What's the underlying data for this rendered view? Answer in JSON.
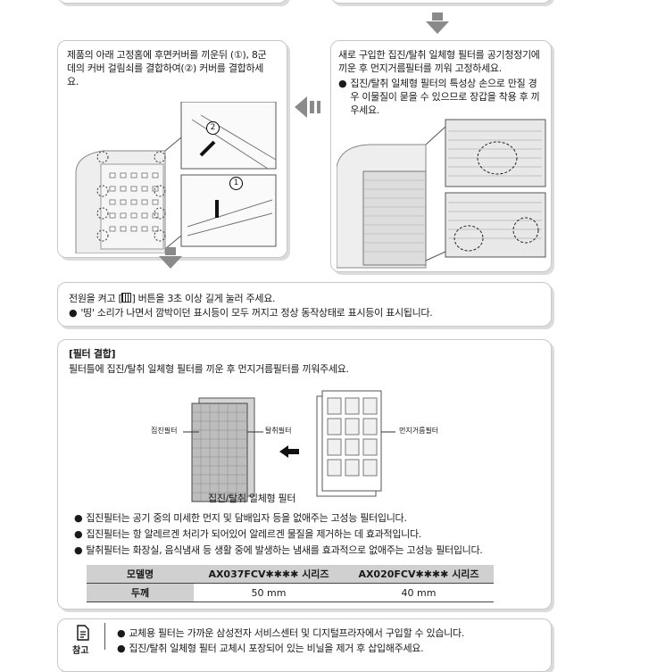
{
  "step_left": {
    "text": "제품의 아래 고정홈에 후면커버를 끼운뒤 (①), 8군데의 커버 걸림쇠를 결합하여(②) 커버를 결합하세요."
  },
  "step_right": {
    "text": "새로 구입한 집진/탈취 일체형 필터를 공기청정기에 끼운 후 먼지거름필터를 끼워 고정하세요.",
    "bullet": "집진/탈취 일체형 필터의 특성상 손으로 만질 경우 이물질이 묻을 수 있으므로 장갑을 착용 후 끼우세요."
  },
  "markers": {
    "one": "1",
    "two": "2"
  },
  "power_box": {
    "text_before": "전원을 켜고 [",
    "text_after": "] 버튼을 3초 이상 길게 눌러 주세요.",
    "bullet": "'띵' 소리가 나면서 깜박이던 표시등이 모두 꺼지고 정상 동작상태로 표시등이 표시됩니다."
  },
  "filter_box": {
    "title": "[필터 결합]",
    "intro": "필터틀에 집진/탈취 일체형 필터를 끼운 후 먼지거름필터를 끼워주세요.",
    "label_hepa": "집진필터",
    "label_deodor": "탈취필터",
    "label_dust": "먼지거름필터",
    "caption": "집진/탈취 일체형 필터",
    "bullets": [
      "집진필터는 공기 중의 미세한 먼지 및 담배입자 등을 없애주는 고성능 필터입니다.",
      "집진필터는 항 알레르겐 처리가 되어있어 알레르겐 물질을 제거하는 데 효과적입니다.",
      "탈취필터는 화장실, 음식냄새 등 생활 중에 발생하는 냄새를 효과적으로 없애주는 고성능 필터입니다."
    ],
    "table": {
      "headers": [
        "모델명",
        "AX037FCV✱✱✱✱ 시리즈",
        "AX020FCV✱✱✱✱ 시리즈"
      ],
      "row": [
        "두께",
        "50 mm",
        "40 mm"
      ]
    }
  },
  "note_box": {
    "label": "참고",
    "bullets": [
      "교체용 필터는 가까운 삼성전자 서비스센터 및 디지털프라자에서 구입할 수 있습니다.",
      "집진/탈취 일체형 필터 교체시 포장되어 있는 비닐을 제거 후 삽입해주세요."
    ]
  },
  "bullet_char": "●"
}
